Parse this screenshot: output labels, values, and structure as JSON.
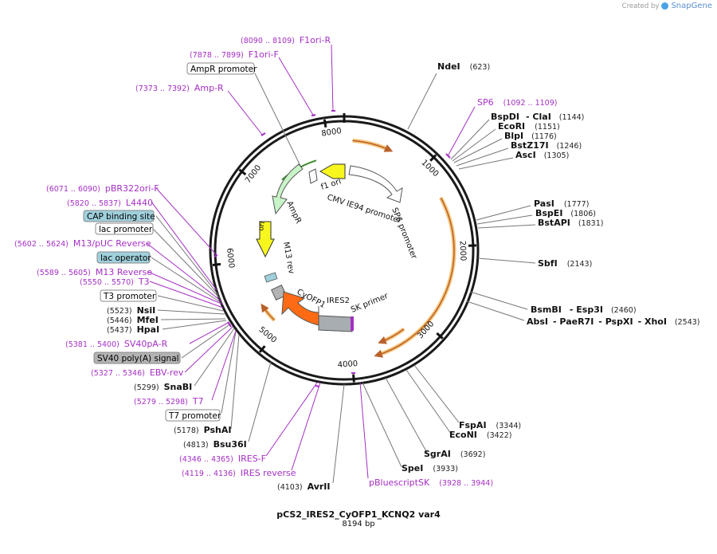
{
  "header": {
    "created_by": "Created by",
    "brand": "SnapGene"
  },
  "plasmid": {
    "name": "pCS2_IRES2_CyOFP1_KCNQ2 var4",
    "length_label": "8194 bp",
    "length": 8194
  },
  "colors": {
    "ring": "#1a1a1a",
    "orf_fill": "#f6c57a",
    "orf_stroke": "#b8612a",
    "feature_label": "#a52fc4"
  },
  "ticks": [
    "1000",
    "2000",
    "3000",
    "4000",
    "5000",
    "6000",
    "7000",
    "8000"
  ],
  "sites_right": [
    {
      "name": "NdeI",
      "coord": "(623)"
    },
    {
      "name": "BspDI",
      "coord": ""
    },
    {
      "name": "- ClaI",
      "coord": "(1144)"
    },
    {
      "name": "EcoRI",
      "coord": "(1151)"
    },
    {
      "name": "BlpI",
      "coord": "(1176)"
    },
    {
      "name": "BstZ17I",
      "coord": "(1246)"
    },
    {
      "name": "AscI",
      "coord": "(1305)"
    },
    {
      "name": "PasI",
      "coord": "(1777)"
    },
    {
      "name": "BspEI",
      "coord": "(1806)"
    },
    {
      "name": "BstAPI",
      "coord": "(1831)"
    },
    {
      "name": "SbfI",
      "coord": "(2143)"
    },
    {
      "name": "BsmBI",
      "coord": ""
    },
    {
      "name": "- Esp3I",
      "coord": "(2460)"
    },
    {
      "name": "AbsI",
      "coord": ""
    },
    {
      "name": "- PaeR7I",
      "coord": ""
    },
    {
      "name": "- PspXI",
      "coord": ""
    },
    {
      "name": "- XhoI",
      "coord": "(2543)"
    },
    {
      "name": "FspAI",
      "coord": "(3344)"
    },
    {
      "name": "EcoNI",
      "coord": "(3422)"
    },
    {
      "name": "SgrAI",
      "coord": "(3692)"
    },
    {
      "name": "SpeI",
      "coord": "(3933)"
    },
    {
      "name": "AvrII",
      "coord": "(4103)"
    }
  ],
  "sites_left": [
    {
      "name": "NsiI",
      "coord": "(5523)"
    },
    {
      "name": "MfeI",
      "coord": "(5446)"
    },
    {
      "name": "HpaI",
      "coord": "(5437)"
    },
    {
      "name": "SnaBI",
      "coord": "(5299)"
    },
    {
      "name": "PshAI",
      "coord": "(5178)"
    },
    {
      "name": "Bsu36I",
      "coord": "(4813)"
    }
  ],
  "primers": [
    {
      "name": "F1ori-R",
      "coord": "(8090 .. 8109)"
    },
    {
      "name": "F1ori-F",
      "coord": "(7878 .. 7899)"
    },
    {
      "name": "Amp-R",
      "coord": "(7373 .. 7392)"
    },
    {
      "name": "SP6",
      "coord": "(1092 .. 1109)"
    },
    {
      "name": "pBR322ori-F",
      "coord": "(6071 .. 6090)"
    },
    {
      "name": "L4440",
      "coord": "(5820 .. 5837)"
    },
    {
      "name": "M13/pUC Reverse",
      "coord": "(5602 .. 5624)"
    },
    {
      "name": "M13 Reverse",
      "coord": "(5589 .. 5605)"
    },
    {
      "name": "T3",
      "coord": "(5550 .. 5570)"
    },
    {
      "name": "SV40pA-R",
      "coord": "(5381 .. 5400)"
    },
    {
      "name": "EBV-rev",
      "coord": "(5327 .. 5346)"
    },
    {
      "name": "T7",
      "coord": "(5279 .. 5298)"
    },
    {
      "name": "IRES-F",
      "coord": "(4346 .. 4365)"
    },
    {
      "name": "IRES reverse",
      "coord": "(4119 .. 4136)"
    },
    {
      "name": "pBluescriptSK",
      "coord": "(3928 .. 3944)"
    }
  ],
  "boxed_features": [
    {
      "name": "AmpR promoter"
    },
    {
      "name": "CAP binding site"
    },
    {
      "name": "lac promoter"
    },
    {
      "name": "lac operator"
    },
    {
      "name": "T3 promoter"
    },
    {
      "name": "SV40 poly(A) signal"
    },
    {
      "name": "T7 promoter"
    }
  ],
  "inner_features": [
    {
      "name": "f1 ori"
    },
    {
      "name": "CMV IE94 promoter"
    },
    {
      "name": "SP6 promoter"
    },
    {
      "name": "AmpR"
    },
    {
      "name": "ori"
    },
    {
      "name": "M13 rev"
    },
    {
      "name": "CyOFP1"
    },
    {
      "name": "IRES2"
    },
    {
      "name": "SK primer"
    }
  ]
}
